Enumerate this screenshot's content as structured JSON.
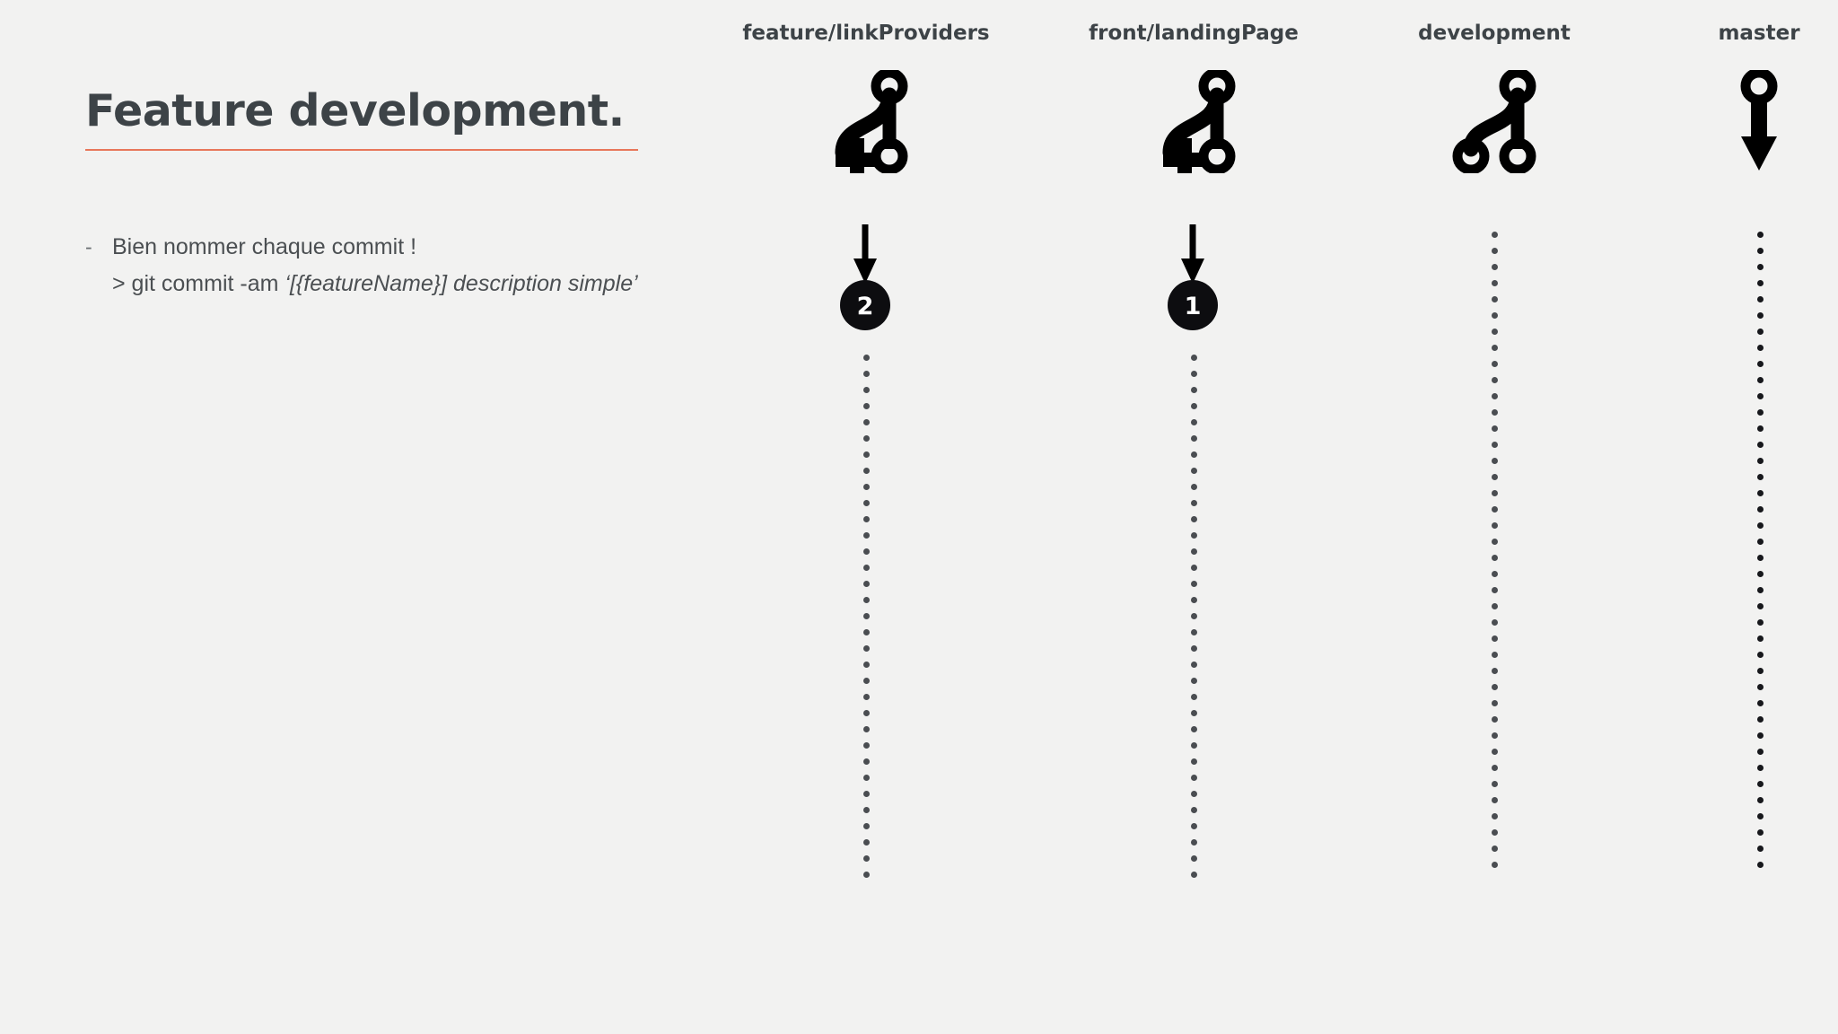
{
  "slide": {
    "background_color": "#f2f2f1",
    "title": "Feature development.",
    "title_color": "#3d4347",
    "rule_color": "#e8775a",
    "bullets": [
      {
        "marker": "-",
        "text": "Bien nommer chaque commit !"
      }
    ],
    "command": {
      "prompt": "> git commit -am ",
      "argument": "‘[{featureName}] description simple’"
    }
  },
  "branches": [
    {
      "name": "feature/linkProviders",
      "glyph": "git-branch-plus-icon",
      "node_bottom_left": "plus",
      "badge": "2",
      "badge_color": "#0d0d10",
      "arrow": "down-arrow-into-badge",
      "dotted_line": "dotted-timeline",
      "dot_color": "#4a4d51"
    },
    {
      "name": "front/landingPage",
      "glyph": "git-branch-plus-icon",
      "node_bottom_left": "plus",
      "badge": "1",
      "badge_color": "#0d0d10",
      "arrow": "down-arrow-into-badge",
      "dotted_line": "dotted-timeline",
      "dot_color": "#4a4d51"
    },
    {
      "name": "development",
      "glyph": "git-branch-icon",
      "node_bottom_left": "ring",
      "badge": null,
      "arrow": null,
      "dotted_line": "dotted-timeline",
      "dot_color": "#4a4d51"
    },
    {
      "name": "master",
      "glyph": "ring-down-arrow-icon",
      "node_bottom_left": null,
      "badge": null,
      "arrow": "thick-down-arrow",
      "dotted_line": "dotted-timeline",
      "dot_color": "#17181c"
    }
  ]
}
